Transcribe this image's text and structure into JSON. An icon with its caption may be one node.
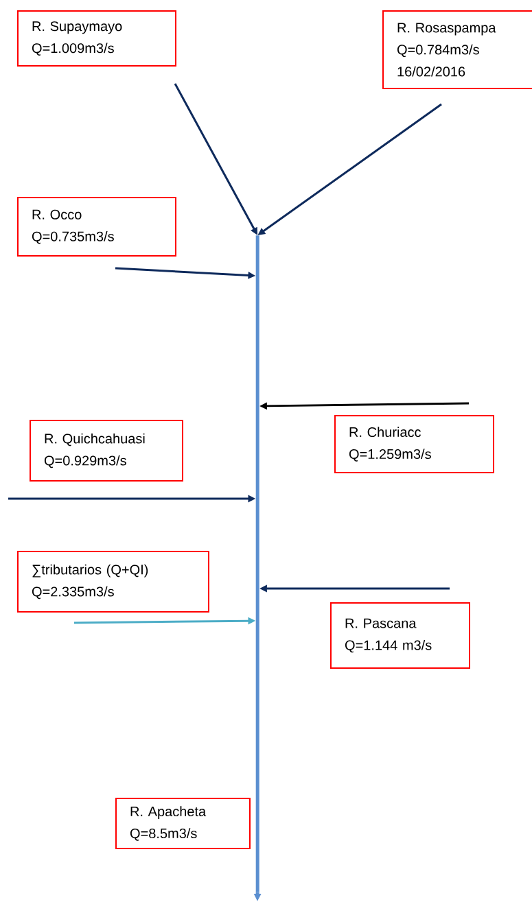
{
  "diagram": {
    "nodes": [
      {
        "text": [
          "R. Supaymayo",
          "Q=1.009m3/s"
        ]
      },
      {
        "text": [
          "R. Rosaspampa",
          "Q=0.784m3/s",
          "16/02/2016"
        ]
      },
      {
        "text": [
          "R. Occo",
          "Q=0.735m3/s"
        ]
      },
      {
        "text": [
          "R. Churiacc",
          "Q=1.259m3/s"
        ]
      },
      {
        "text": [
          "R. Quichcahuasi",
          "Q=0.929m3/s"
        ]
      },
      {
        "text": [
          "∑tributarios (Q+QI)",
          "Q=2.335m3/s"
        ]
      },
      {
        "text": [
          "R. Pascana",
          "Q=1.144 m3/s"
        ]
      },
      {
        "text": [
          "R. Apacheta",
          "Q=8.5m3/s"
        ]
      },
      {
        "text": [],
        "shape": "bar"
      }
    ],
    "edges": [
      {
        "from": null,
        "to": 8,
        "arrow": "to"
      },
      {
        "from": null,
        "to": 8,
        "arrow": "to"
      },
      {
        "from": null,
        "to": 8,
        "arrow": "to"
      },
      {
        "from": null,
        "to": 8,
        "arrow": "to",
        "color": "#000000"
      },
      {
        "from": null,
        "to": 8,
        "arrow": "to"
      },
      {
        "from": null,
        "to": 8,
        "arrow": "to"
      },
      {
        "from": null,
        "to": 8,
        "arrow": "to",
        "color": "#4bacc6"
      },
      {
        "from": 8,
        "to": null,
        "arrow": "to",
        "color": "#5b8fd0"
      }
    ]
  }
}
